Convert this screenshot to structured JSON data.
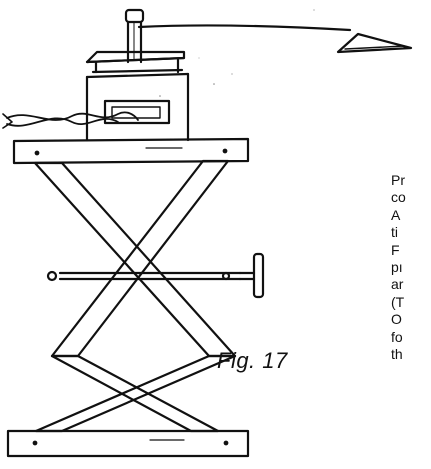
{
  "figure": {
    "caption": "Fig. 17",
    "line_color": "#111111",
    "background_color": "#ffffff"
  },
  "side_text": {
    "lines": [
      "Pr",
      "co",
      "A",
      "ti",
      "F",
      "pı",
      "ar",
      "(T",
      "O",
      "fo",
      "th"
    ]
  }
}
